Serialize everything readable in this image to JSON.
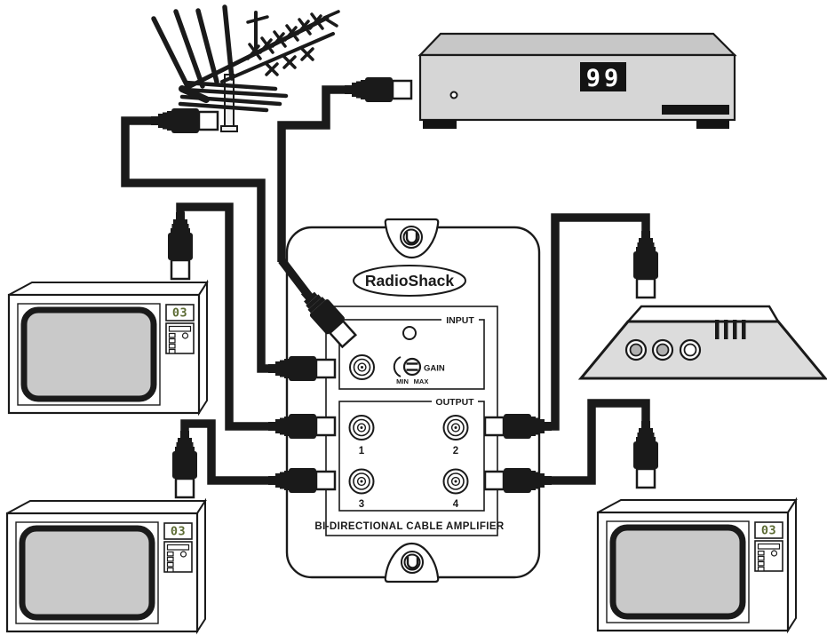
{
  "amplifier": {
    "brand": "RadioShack",
    "input_label": "INPUT",
    "output_label": "OUTPUT",
    "gain_label": "GAIN",
    "min_label": "MIN",
    "max_label": "MAX",
    "ports": [
      "1",
      "2",
      "3",
      "4"
    ],
    "caption": "BI-DIRECTIONAL CABLE AMPLIFIER"
  },
  "cable_box": {
    "display": "99"
  },
  "tvs": [
    {
      "channel": "03"
    },
    {
      "channel": "03"
    },
    {
      "channel": "03"
    }
  ],
  "colors": {
    "ink": "#1a1a1a",
    "device_gray": "#d6d6d6",
    "screen_gray": "#c9c9c9",
    "display_olive": "#5c6b33"
  }
}
